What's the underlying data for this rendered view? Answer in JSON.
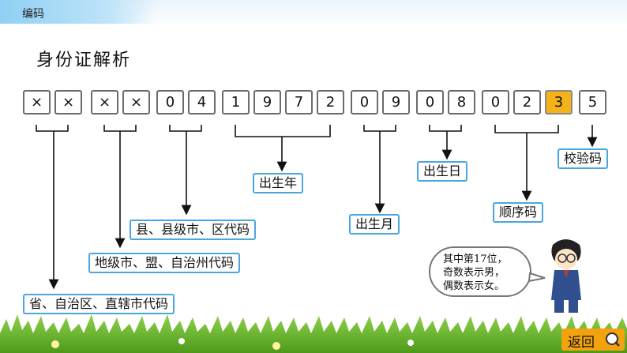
{
  "header": {
    "title": "编码"
  },
  "heading": "身份证解析",
  "digits": [
    "×",
    "×",
    "×",
    "×",
    "0",
    "4",
    "1",
    "9",
    "7",
    "2",
    "0",
    "9",
    "0",
    "8",
    "0",
    "2",
    "3",
    "5"
  ],
  "highlight_color": "#f6b21a",
  "accent_color": "#4aa6df",
  "labels": {
    "province": "省、自治区、直辖市代码",
    "prefecture": "地级市、盟、自治州代码",
    "county": "县、县级市、区代码",
    "year": "出生年",
    "month": "出生月",
    "day": "出生日",
    "sequence": "顺序码",
    "check": "校验码"
  },
  "note": {
    "line1": "其中第17位，",
    "line2": "奇数表示男，",
    "line3": "偶数表示女。"
  },
  "back": {
    "label": "返回",
    "icon": "search-icon"
  }
}
